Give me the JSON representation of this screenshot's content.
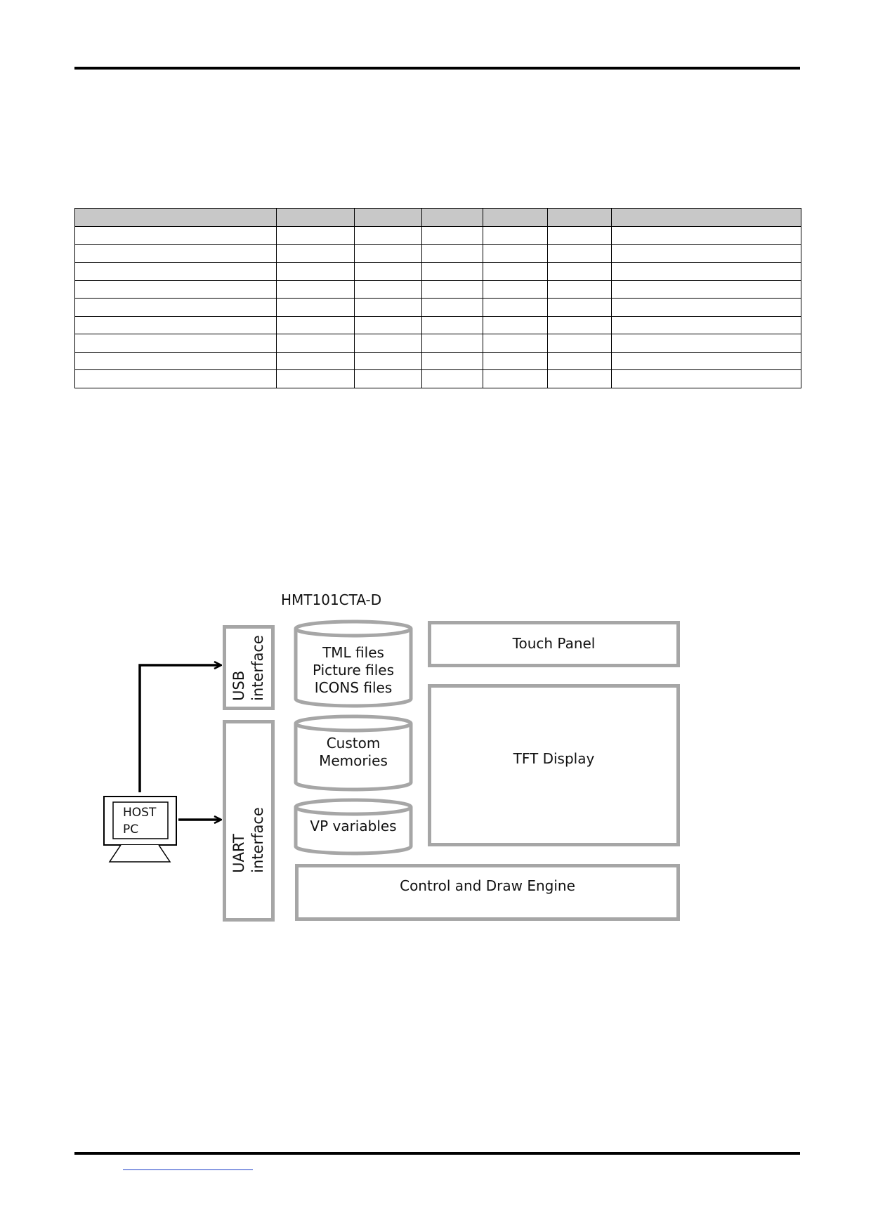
{
  "spec_table": {
    "column_count": 7,
    "header": [
      "",
      "",
      "",
      "",
      "",
      "",
      ""
    ],
    "rows": [
      [
        "",
        "",
        "",
        "",
        "",
        "",
        ""
      ],
      [
        "",
        "",
        "",
        "",
        "",
        "",
        ""
      ],
      [
        "",
        "",
        "",
        "",
        "",
        "",
        ""
      ],
      [
        "",
        "",
        "",
        "",
        "",
        "",
        ""
      ],
      [
        "",
        "",
        "",
        "",
        "",
        "",
        ""
      ],
      [
        "",
        "",
        "",
        "",
        "",
        "",
        ""
      ],
      [
        "",
        "",
        "",
        "",
        "",
        "",
        ""
      ],
      [
        "",
        "",
        "",
        "",
        "",
        "",
        ""
      ],
      [
        "",
        "",
        "",
        "",
        "",
        "",
        ""
      ]
    ]
  },
  "diagram": {
    "title": "HMT101CTA-D",
    "usb_interface": {
      "line1": "USB",
      "line2": "interface"
    },
    "uart_interface": {
      "line1": "UART",
      "line2": "interface"
    },
    "host": {
      "line1": "HOST",
      "line2": "PC"
    },
    "storage_files": {
      "line1": "TML files",
      "line2": "Picture files",
      "line3": "ICONS files"
    },
    "custom_memories": {
      "line1": "Custom",
      "line2": "Memories"
    },
    "vp_variables": {
      "line1": "VP variables"
    },
    "touch_panel": "Touch Panel",
    "tft_display": "TFT Display",
    "engine": "Control and Draw Engine"
  },
  "colors": {
    "block_border": "#a6a6a6",
    "table_header_fill": "#c8c8c8",
    "footer_link": "#1a3cc8"
  }
}
